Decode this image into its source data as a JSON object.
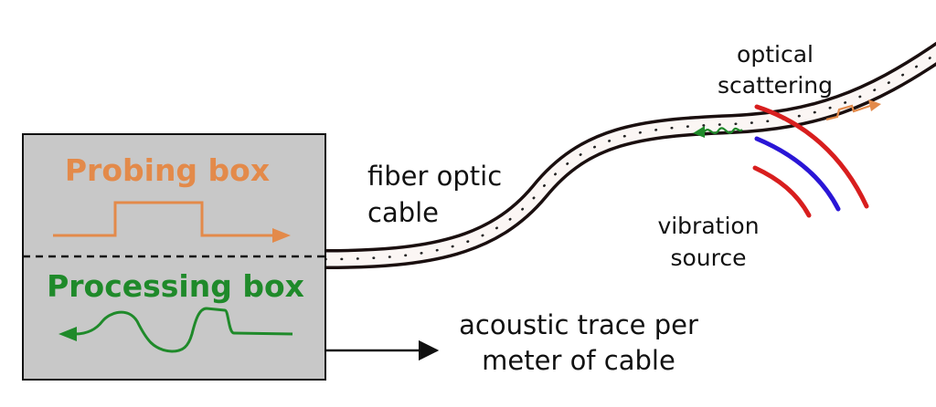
{
  "colors": {
    "probe": "#e38a4a",
    "process": "#1f8a2a",
    "box_fill": "#c8c8c8",
    "wave_red": "#d81e1e",
    "wave_blue": "#2a16d6",
    "cable_fill": "#fbf6f4",
    "cable_edge": "#1a0f0f"
  },
  "probing_box": {
    "label": "Probing box",
    "pulse_icon": "rect-pulse-right-arrow"
  },
  "processing_box": {
    "label": "Processing box",
    "trace_icon": "wavy-trace-left-arrow"
  },
  "cable": {
    "label_line1": "fiber optic",
    "label_line2": "cable"
  },
  "scattering": {
    "label_line1": "optical",
    "label_line2": "scattering"
  },
  "vibration": {
    "label_line1": "vibration",
    "label_line2": "source"
  },
  "output": {
    "label_line1": "acoustic trace per",
    "label_line2": "meter of cable"
  }
}
